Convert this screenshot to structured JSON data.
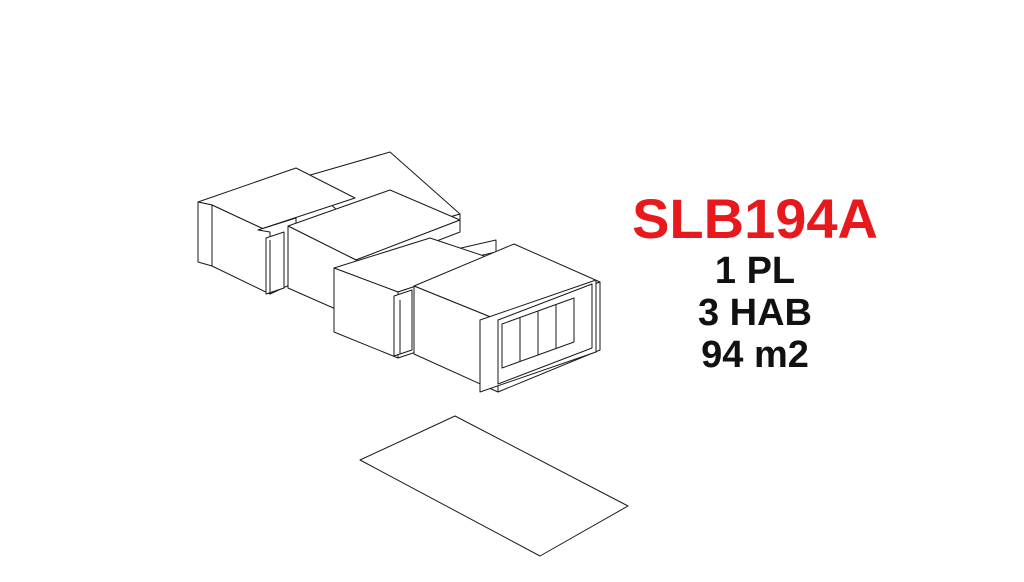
{
  "model": {
    "code": "SLB194A",
    "floors": "1 PL",
    "rooms": "3 HAB",
    "area": "94 m2"
  },
  "colors": {
    "model_code": "#e8191d",
    "text": "#111111",
    "lines": "#1a1a1a",
    "background": "#ffffff"
  }
}
